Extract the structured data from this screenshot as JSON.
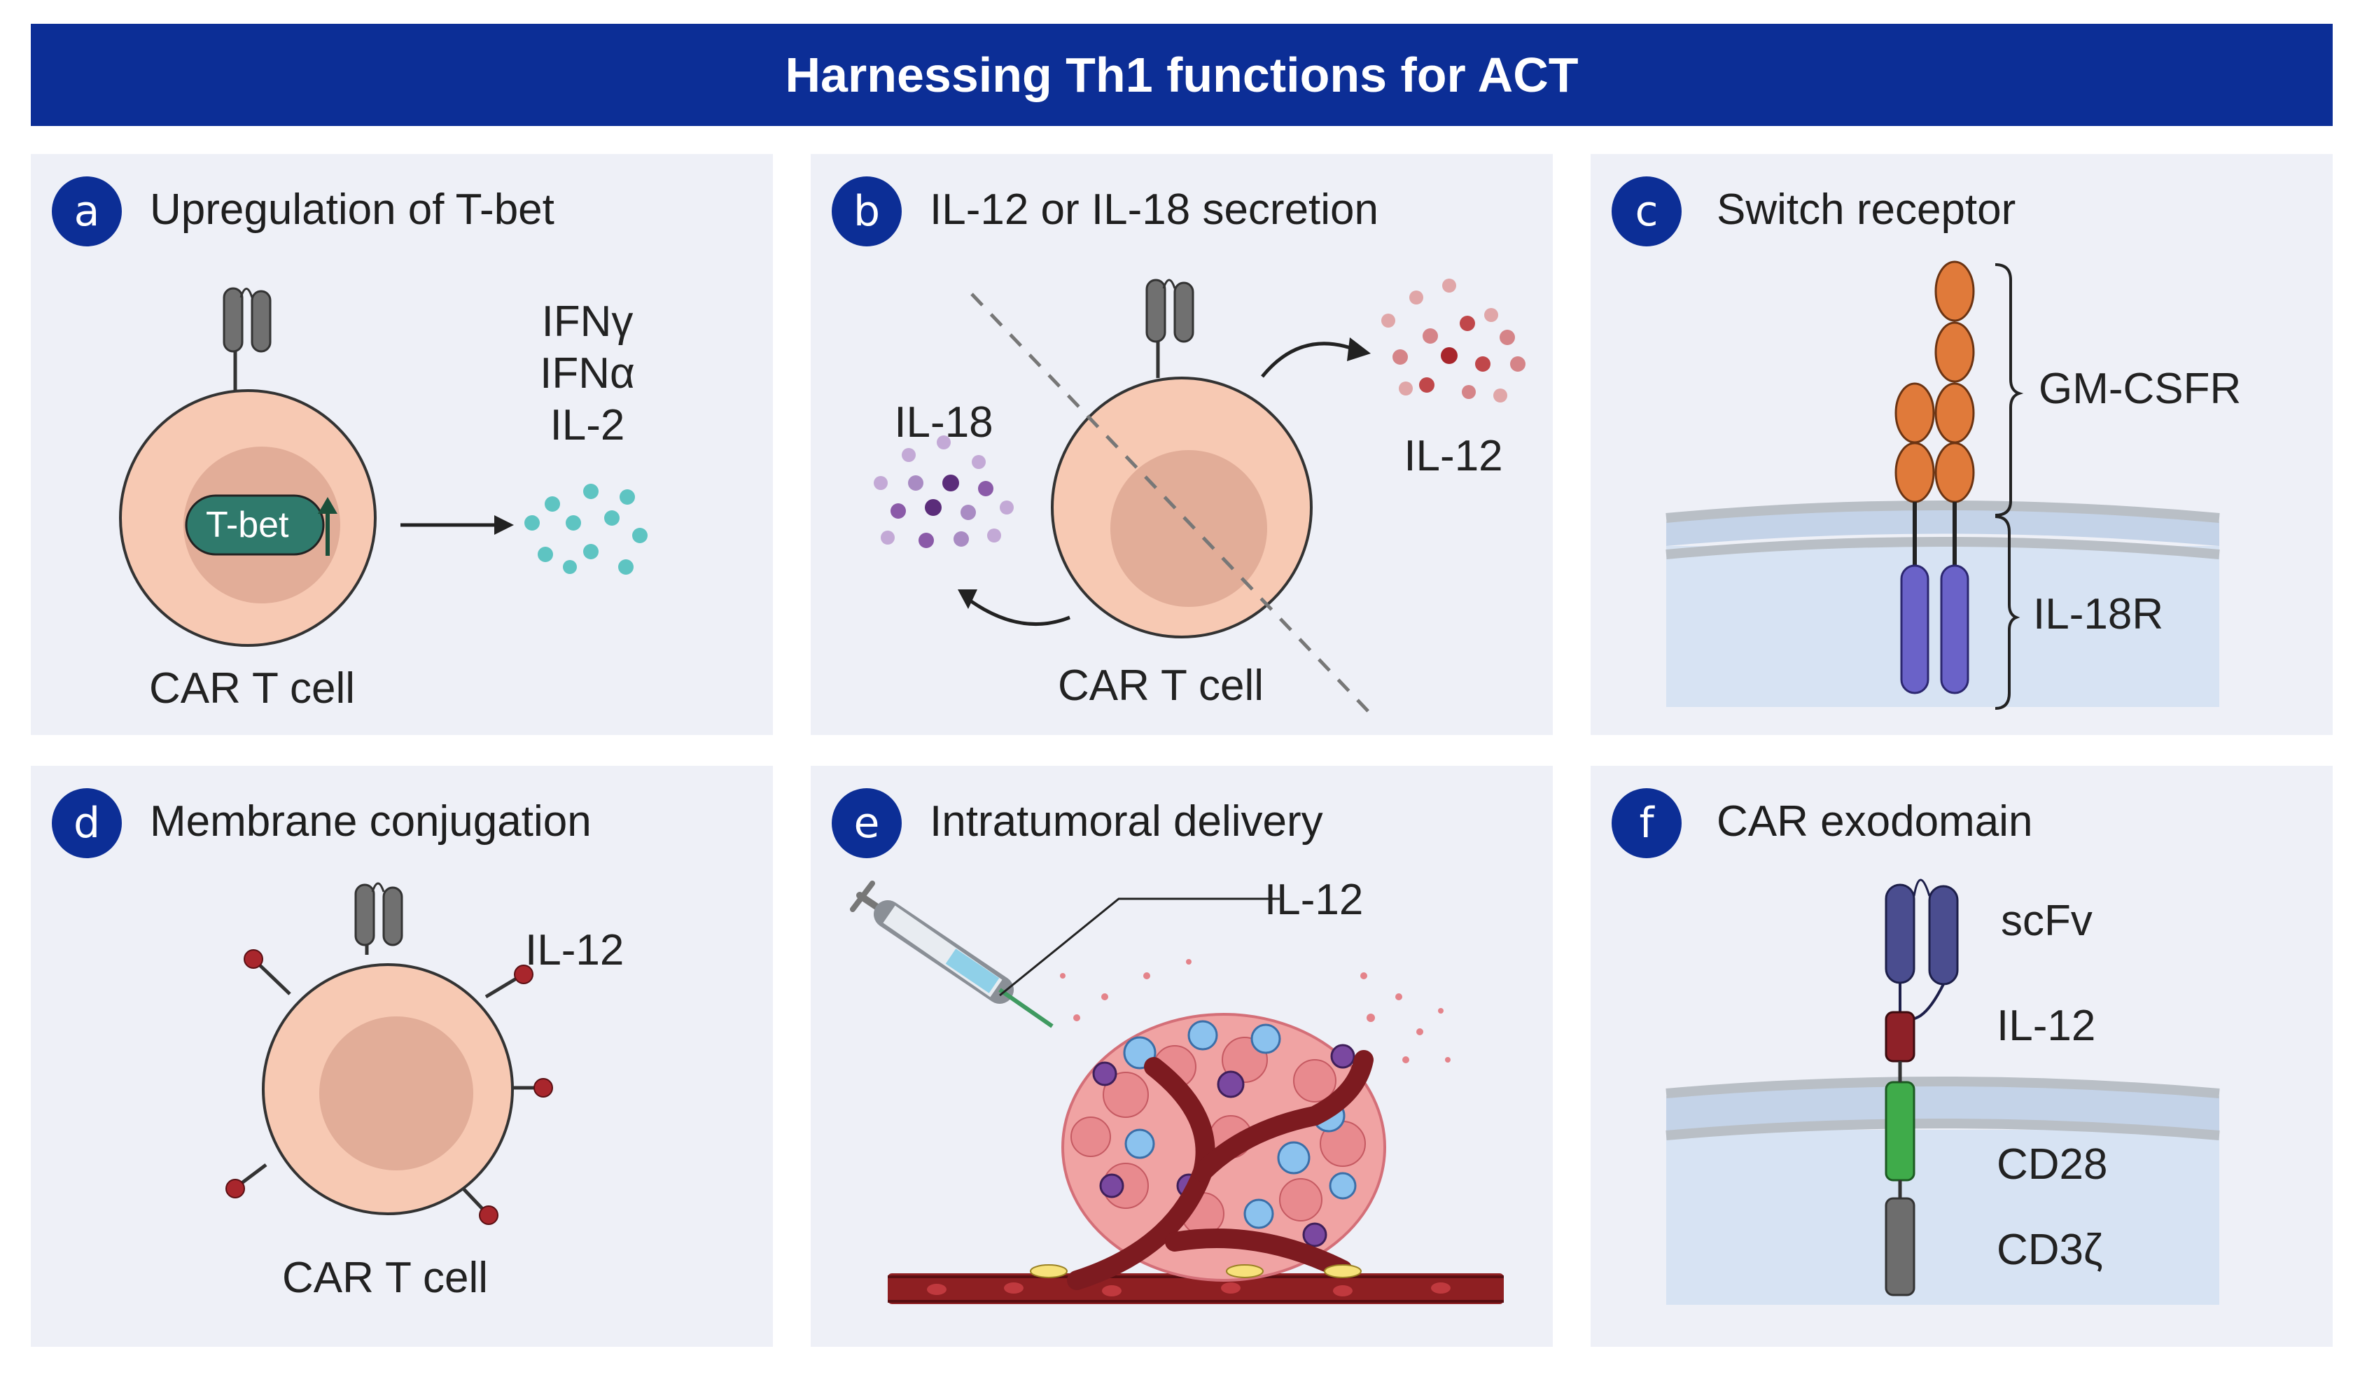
{
  "title": "Harnessing Th1 functions for ACT",
  "colors": {
    "banner": "#0c2e96",
    "panel_bg": "#eef0f7",
    "cell": "#f7c9b3",
    "nucleus": "#e2ad98",
    "tbet": "#2f7a6c",
    "ifn_dots": "#5ec4c2",
    "il18_dots": "#8a5aa8",
    "il12_dots": "#c0474a",
    "gmcsfr": "#e07a3a",
    "il18r": "#6a62c8",
    "scfv": "#4a4d8f",
    "il12_domain": "#8e2128",
    "cd28": "#3fab4a",
    "cd3z": "#6d6d6d"
  },
  "panels": {
    "a": {
      "letter": "a",
      "title": "Upregulation of T-bet",
      "tbet": "T-bet",
      "cytokines": [
        "IFNγ",
        "IFNα",
        "IL-2"
      ],
      "cell_label": "CAR T cell",
      "icons": [
        "car-receptor-icon",
        "up-arrow-icon",
        "right-arrow-icon"
      ]
    },
    "b": {
      "letter": "b",
      "title": "IL-12 or IL-18 secretion",
      "left_cytokine": "IL-18",
      "right_cytokine": "IL-12",
      "cell_label": "CAR T cell"
    },
    "c": {
      "letter": "c",
      "title": "Switch receptor",
      "ecto_label": "GM-CSFR",
      "endo_label": "IL-18R"
    },
    "d": {
      "letter": "d",
      "title": "Membrane conjugation",
      "cytokine": "IL-12",
      "cell_label": "CAR T cell"
    },
    "e": {
      "letter": "e",
      "title": "Intratumoral delivery",
      "cytokine": "IL-12",
      "icons": [
        "syringe-icon",
        "tumor-icon",
        "blood-vessel-icon"
      ]
    },
    "f": {
      "letter": "f",
      "title": "CAR exodomain",
      "domains": [
        "scFv",
        "IL-12",
        "CD28",
        "CD3ζ"
      ]
    }
  }
}
